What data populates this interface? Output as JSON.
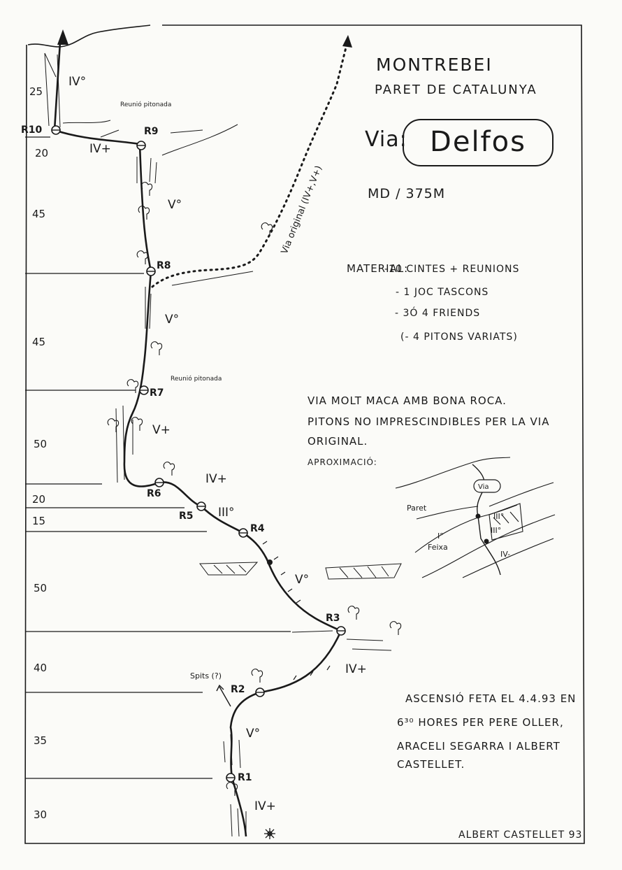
{
  "header": {
    "area": "Montrebei",
    "wall": "Paret de Catalunya",
    "via_prefix": "Via:",
    "route_name": "Delfos"
  },
  "grade": "MD / 375m",
  "material": {
    "title": "Material:",
    "items": [
      "-10 cintes + reunions",
      "- 1 joc tascons",
      "- 3ó 4 friends",
      "(- 4 pitons variats)"
    ]
  },
  "description": {
    "lines": [
      "Via molt maca amb bona roca.",
      "Pitons no imprescindibles per la via",
      "original."
    ],
    "approach_label": "Aproximació:"
  },
  "ascent": {
    "lines": [
      "Ascensió feta el 4.4.93 en",
      "6³⁰ hores per Pere Oller,",
      "Araceli Segarra i Albert",
      "Castellet."
    ]
  },
  "author": "Albert Castellet 93",
  "topo": {
    "pitch_lengths": [
      "25",
      "20",
      "45",
      "45",
      "50",
      "20",
      "15",
      "50",
      "40",
      "35",
      "30"
    ],
    "belays": [
      "R1",
      "R2",
      "R3",
      "R4",
      "R5",
      "R6",
      "R7",
      "R8",
      "R9",
      "R10"
    ],
    "grades": {
      "p1": "IV+",
      "p2": "V°",
      "p3": "IV+",
      "p4": "V°",
      "p5": "III°",
      "p6": "IV+",
      "p7": "V+",
      "p8": "V°",
      "p9": "V°",
      "p10": "IV+",
      "p11": "IV°"
    },
    "notes": {
      "reunio_pitonada": "Reunió pitonada",
      "spits": "Spits (?)",
      "via_original": "Via original (IV+,V+)"
    },
    "approach_map": {
      "via": "Via",
      "paret": "Paret",
      "feixa": "Feixa",
      "grade_i": "I°",
      "grade_iii_a": "III°",
      "grade_iii_b": "III°",
      "grade_iv": "IV-"
    }
  }
}
